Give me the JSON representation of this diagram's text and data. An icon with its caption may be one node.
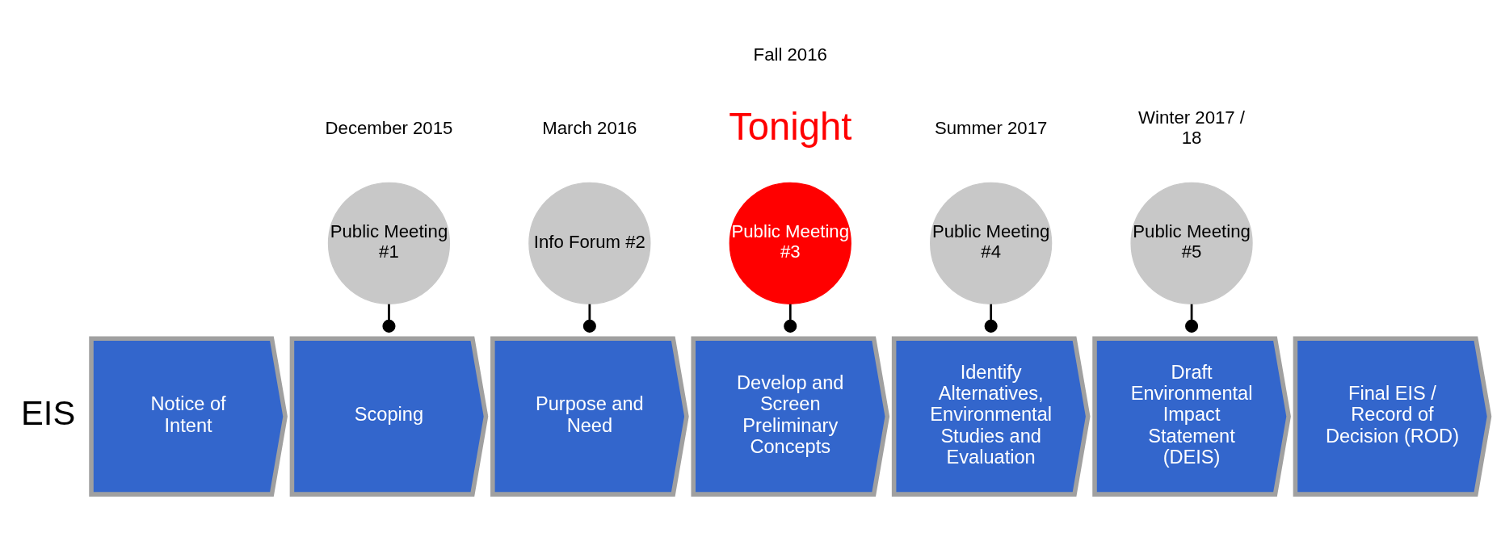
{
  "diagram": {
    "nodes": [
      {
        "text": [
          "Public Meeting #1"
        ],
        "beside": [
          "December 2015"
        ]
      },
      {
        "text": [
          "Info Forum #2"
        ],
        "beside": [
          "March 2016"
        ]
      },
      {
        "text": [
          "Public Meeting #3"
        ],
        "beside": [
          "Fall 2016",
          "Tonight"
        ]
      },
      {
        "text": [
          "Public Meeting #4"
        ],
        "beside": [
          "Summer 2017"
        ]
      },
      {
        "text": [
          "Public Meeting #5"
        ],
        "beside": [
          "Winter 2017 / 18"
        ]
      },
      {
        "text": [
          "Notice of Intent"
        ]
      },
      {
        "text": [
          "Scoping"
        ]
      },
      {
        "text": [
          "Purpose and Need"
        ]
      },
      {
        "text": [
          "Develop and Screen Preliminary Concepts"
        ]
      },
      {
        "text": [
          "Identify Alternatives, Environmental Studies and Evaluation"
        ]
      },
      {
        "text": [
          "Draft Environmental Impact Statement (DEIS)"
        ]
      },
      {
        "text": [
          "Final EIS / Record of Decision (ROD)"
        ]
      }
    ],
    "edges": [
      {
        "from": 0,
        "to": 6,
        "arrow": "other"
      },
      {
        "from": 1,
        "to": 7,
        "arrow": "other"
      },
      {
        "from": 2,
        "to": 8,
        "arrow": "other"
      },
      {
        "from": 3,
        "to": 9,
        "arrow": "other"
      },
      {
        "from": 4,
        "to": 10,
        "arrow": "other"
      }
    ],
    "labels": [
      "EIS"
    ]
  }
}
